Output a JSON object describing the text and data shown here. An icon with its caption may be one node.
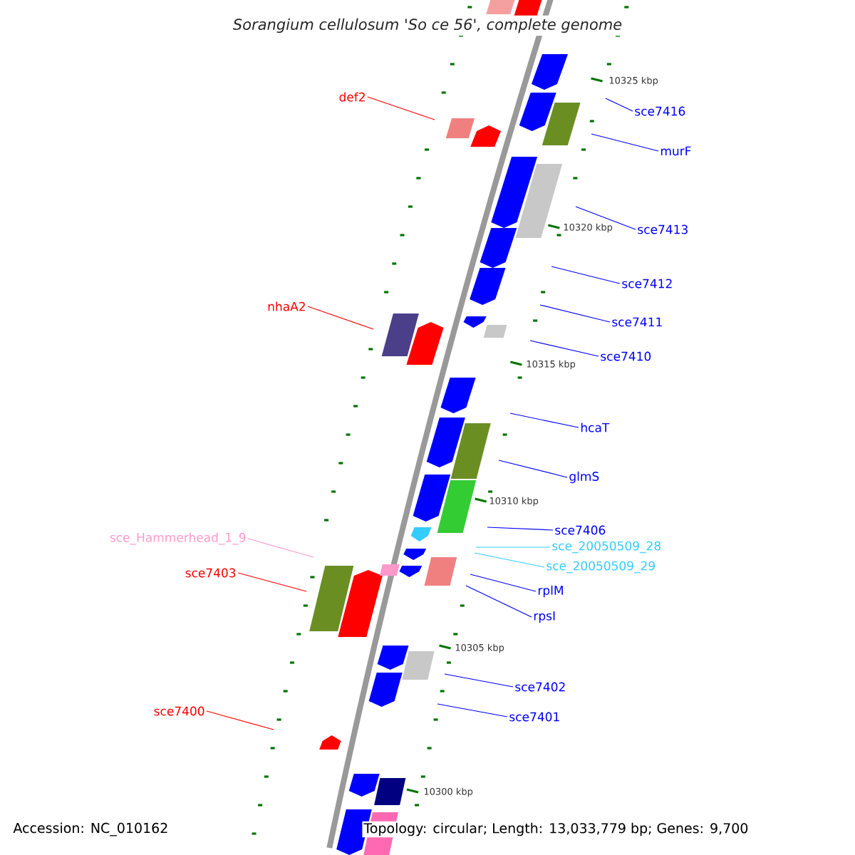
{
  "diagram": {
    "title": "Sorangium cellulosum 'So ce 56', complete genome",
    "nodes": [
      {
        "text": [
          "def2"
        ]
      },
      {
        "text": [
          "sce7416"
        ]
      },
      {
        "text": [
          "murF"
        ]
      },
      {
        "text": [
          "sce7413"
        ]
      },
      {
        "text": [
          "sce7412"
        ]
      },
      {
        "text": [
          "nhaA2"
        ]
      },
      {
        "text": [
          "sce7411"
        ]
      },
      {
        "text": [
          "sce7410"
        ]
      },
      {
        "text": [
          "hcaT"
        ]
      },
      {
        "text": [
          "glmS"
        ]
      },
      {
        "text": [
          "sce7406"
        ]
      },
      {
        "text": [
          "sce_Hammerhead_1_9"
        ]
      },
      {
        "text": [
          "sce_20050509_28"
        ]
      },
      {
        "text": [
          "sce_20050509_29"
        ]
      },
      {
        "text": [
          "sce7403"
        ]
      },
      {
        "text": [
          "rplM"
        ]
      },
      {
        "text": [
          "rpsI"
        ]
      },
      {
        "text": [
          "sce7402"
        ]
      },
      {
        "text": [
          "sce7400"
        ]
      },
      {
        "text": [
          "sce7401"
        ]
      }
    ],
    "edges": [
      {
        "from": 0,
        "to": null,
        "arrow": "none",
        "color": "#ff0000"
      },
      {
        "from": 1,
        "to": null,
        "arrow": "none"
      },
      {
        "from": 2,
        "to": null,
        "arrow": "none"
      },
      {
        "from": 3,
        "to": null,
        "arrow": "none"
      },
      {
        "from": 4,
        "to": null,
        "arrow": "none"
      },
      {
        "from": 5,
        "to": null,
        "arrow": "none",
        "color": "#ff0000"
      },
      {
        "from": 6,
        "to": null,
        "arrow": "none"
      },
      {
        "from": 7,
        "to": null,
        "arrow": "none"
      },
      {
        "from": 8,
        "to": null,
        "arrow": "none"
      },
      {
        "from": 9,
        "to": null,
        "arrow": "none"
      },
      {
        "from": 10,
        "to": null,
        "arrow": "none"
      },
      {
        "from": 11,
        "to": null,
        "arrow": "none",
        "color": "#ff99cc"
      },
      {
        "from": 12,
        "to": null,
        "arrow": "none",
        "color": "#33ccff"
      },
      {
        "from": 13,
        "to": null,
        "arrow": "none",
        "color": "#33ccff"
      },
      {
        "from": 14,
        "to": null,
        "arrow": "none",
        "color": "#ff0000"
      },
      {
        "from": 15,
        "to": null,
        "arrow": "none"
      },
      {
        "from": 16,
        "to": null,
        "arrow": "none"
      },
      {
        "from": 17,
        "to": null,
        "arrow": "none"
      },
      {
        "from": 18,
        "to": null,
        "arrow": "none",
        "color": "#ff0000"
      },
      {
        "from": 19,
        "to": null,
        "arrow": "none"
      }
    ],
    "labels": [
      "10325 kbp",
      "10320 kbp",
      "10315 kbp",
      "10310 kbp",
      "10305 kbp",
      "10300 kbp",
      "Accession: NC_010162",
      "Topology: circular; Length: 13,033,779 bp; Genes: 9,700"
    ]
  }
}
